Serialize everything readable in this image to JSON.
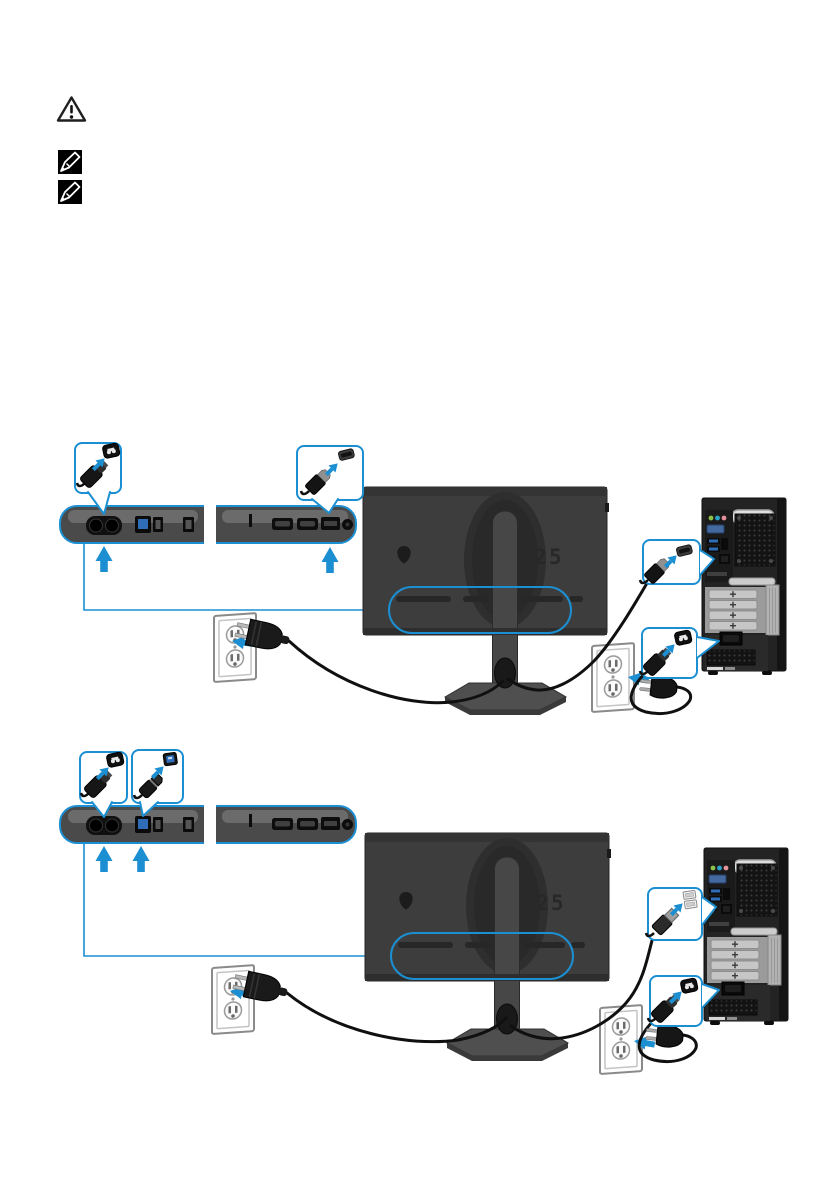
{
  "page": {
    "kind": "user-guide-connection-page",
    "background": "#ffffff"
  },
  "colors": {
    "accent_blue": "#1b8fd2",
    "cable_black": "#101010",
    "usb_blue": "#2f6db8",
    "monitor_gray": "#3d3d3d",
    "strip_gray": "#4a4a4a",
    "tower_panel_gray": "#9b9b9b"
  },
  "admonitions": {
    "warning_icon": "warning-triangle",
    "note_icons": [
      "note-pencil",
      "note-pencil"
    ]
  },
  "monitor": {
    "logo_text": "25",
    "brand_icon": "alien-head",
    "ports": [
      "power",
      "usb-b-upstream",
      "usb-a",
      "usb-a",
      "security-lock-slot",
      "hdmi-1",
      "hdmi-2",
      "displayport",
      "headphone-jack"
    ]
  },
  "computer": {
    "rear_features": [
      "audio-jacks",
      "vga-port",
      "usb-ports",
      "ethernet-port",
      "vent-grid",
      "handle",
      "expansion-slots",
      "power-inlet",
      "psu-vent"
    ]
  },
  "figures": [
    {
      "id": "figure-1",
      "connections": [
        {
          "cable": "power-cable",
          "from": "wall-outlet",
          "to": "monitor-power-port"
        },
        {
          "cable": "hdmi-cable",
          "from": "computer-video-port",
          "to": "monitor-video-port"
        },
        {
          "cable": "power-cable",
          "from": "wall-outlet",
          "to": "computer-power-inlet"
        }
      ]
    },
    {
      "id": "figure-2",
      "connections": [
        {
          "cable": "power-cable",
          "from": "wall-outlet",
          "to": "monitor-power-port"
        },
        {
          "cable": "usb-upstream-cable",
          "from": "computer-usb-a-port",
          "to": "monitor-usb-b-port"
        },
        {
          "cable": "power-cable",
          "from": "wall-outlet",
          "to": "computer-power-inlet"
        }
      ]
    }
  ]
}
